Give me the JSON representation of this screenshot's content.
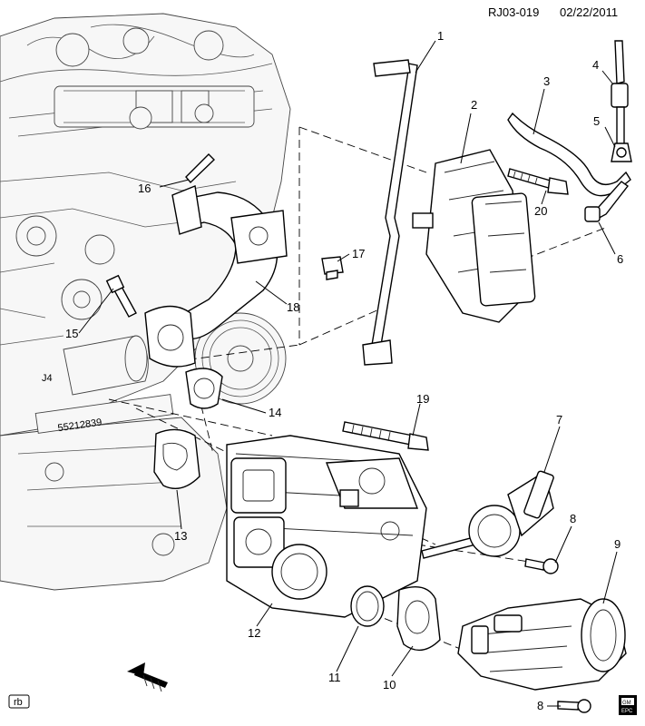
{
  "header": {
    "code": "RJ03-019",
    "date": "02/22/2011"
  },
  "engine_castings": {
    "casting_number": "55212839",
    "casting_code": "J4"
  },
  "callouts": [
    {
      "id": "1",
      "label": "1"
    },
    {
      "id": "2",
      "label": "2"
    },
    {
      "id": "3",
      "label": "3"
    },
    {
      "id": "4",
      "label": "4"
    },
    {
      "id": "5",
      "label": "5"
    },
    {
      "id": "6",
      "label": "6"
    },
    {
      "id": "7",
      "label": "7"
    },
    {
      "id": "8a",
      "label": "8"
    },
    {
      "id": "8b",
      "label": "8"
    },
    {
      "id": "9",
      "label": "9"
    },
    {
      "id": "10",
      "label": "10"
    },
    {
      "id": "11",
      "label": "11"
    },
    {
      "id": "12",
      "label": "12"
    },
    {
      "id": "13",
      "label": "13"
    },
    {
      "id": "14",
      "label": "14"
    },
    {
      "id": "15",
      "label": "15"
    },
    {
      "id": "16",
      "label": "16"
    },
    {
      "id": "17",
      "label": "17"
    },
    {
      "id": "18",
      "label": "18"
    },
    {
      "id": "19",
      "label": "19"
    },
    {
      "id": "20",
      "label": "20"
    }
  ],
  "footer": {
    "tag": "rb",
    "icon_line1": "GM",
    "icon_line2": "EPC"
  },
  "icons": {
    "direction": "forward-arrow-icon",
    "catalog": "gm-epc-icon"
  }
}
